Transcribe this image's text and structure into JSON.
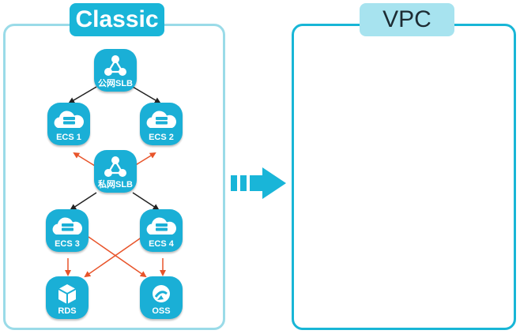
{
  "panels": {
    "classic": {
      "title": "Classic"
    },
    "vpc": {
      "title": "VPC"
    }
  },
  "nodes": {
    "public_slb": {
      "label": "公网SLB",
      "icon": "network-share-icon"
    },
    "ecs1": {
      "label": "ECS 1",
      "icon": "cloud-server-icon"
    },
    "ecs2": {
      "label": "ECS 2",
      "icon": "cloud-server-icon"
    },
    "private_slb": {
      "label": "私网SLB",
      "icon": "network-share-icon"
    },
    "ecs3": {
      "label": "ECS 3",
      "icon": "cloud-server-icon"
    },
    "ecs4": {
      "label": "ECS 4",
      "icon": "cloud-server-icon"
    },
    "rds": {
      "label": "RDS",
      "icon": "database-hexagon-icon"
    },
    "oss": {
      "label": "OSS",
      "icon": "storage-swirl-icon"
    }
  },
  "colors": {
    "tile": "#1aafd6",
    "black_edge": "#222222",
    "red_edge": "#e8542a",
    "arrow": "#19b5d8"
  }
}
